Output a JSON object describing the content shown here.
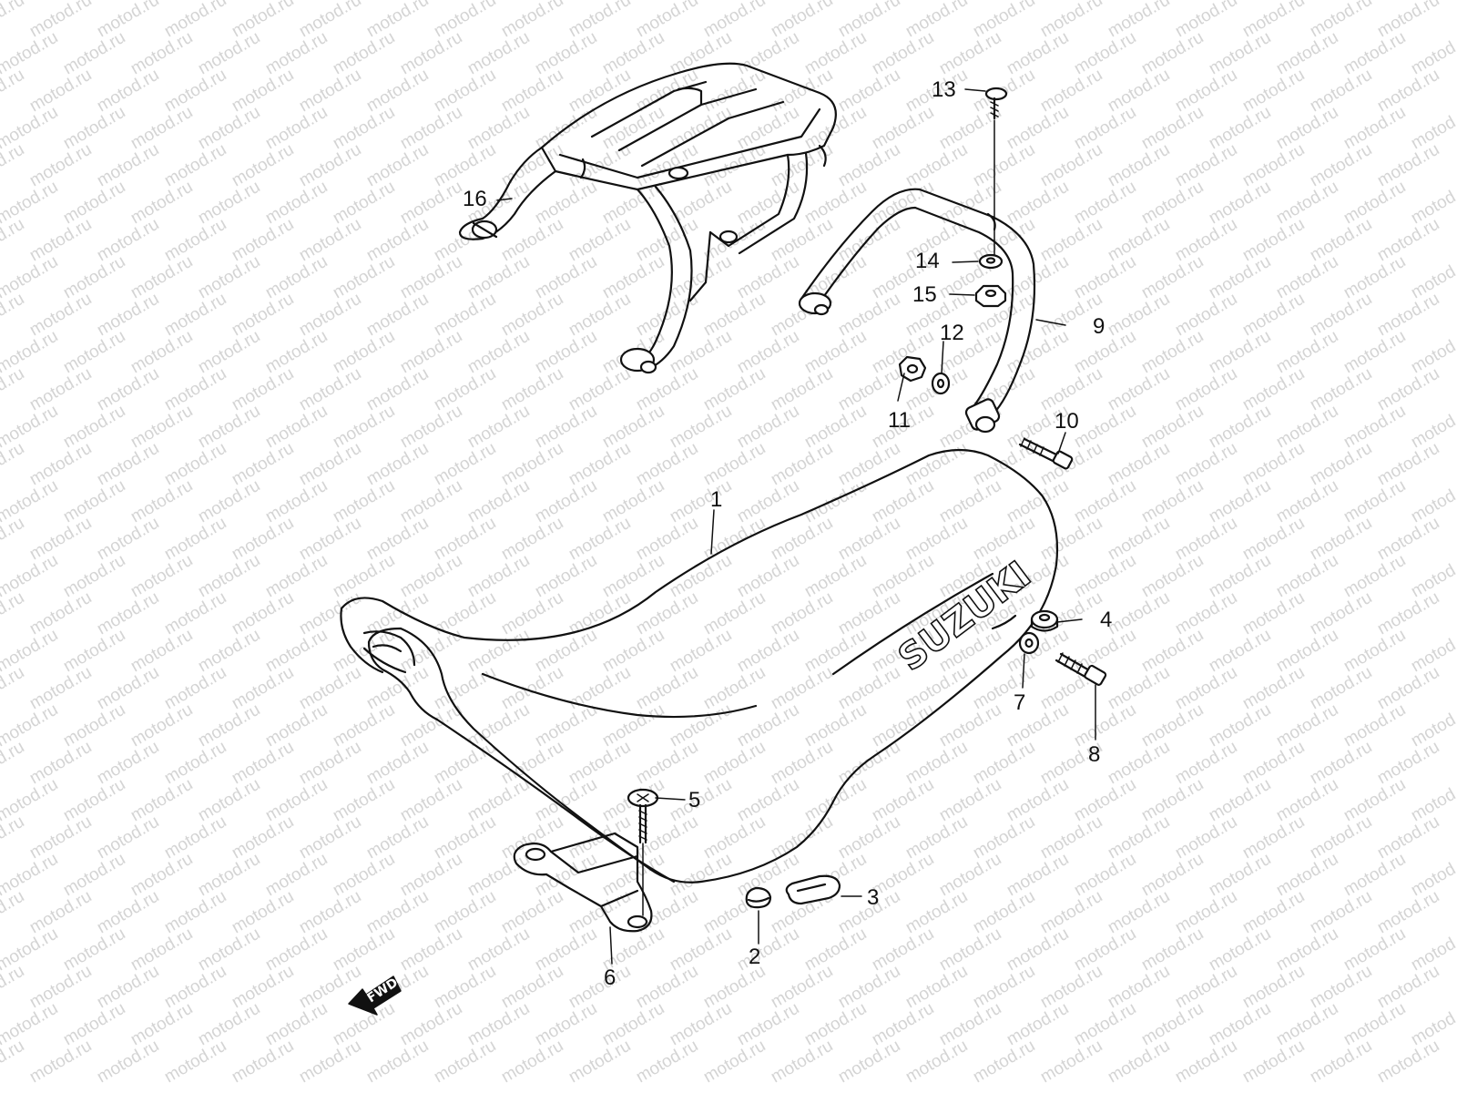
{
  "watermark": "motod.ru",
  "brand_logo": "SUZUKI",
  "direction_badge": "FWD",
  "callouts": [
    {
      "id": "1",
      "text": "1"
    },
    {
      "id": "2",
      "text": "2"
    },
    {
      "id": "3",
      "text": "3"
    },
    {
      "id": "4",
      "text": "4"
    },
    {
      "id": "5",
      "text": "5"
    },
    {
      "id": "6",
      "text": "6"
    },
    {
      "id": "7",
      "text": "7"
    },
    {
      "id": "8",
      "text": "8"
    },
    {
      "id": "9",
      "text": "9"
    },
    {
      "id": "10",
      "text": "10"
    },
    {
      "id": "11",
      "text": "11"
    },
    {
      "id": "12",
      "text": "12"
    },
    {
      "id": "13",
      "text": "13"
    },
    {
      "id": "14",
      "text": "14"
    },
    {
      "id": "15",
      "text": "15"
    },
    {
      "id": "16",
      "text": "16"
    }
  ]
}
